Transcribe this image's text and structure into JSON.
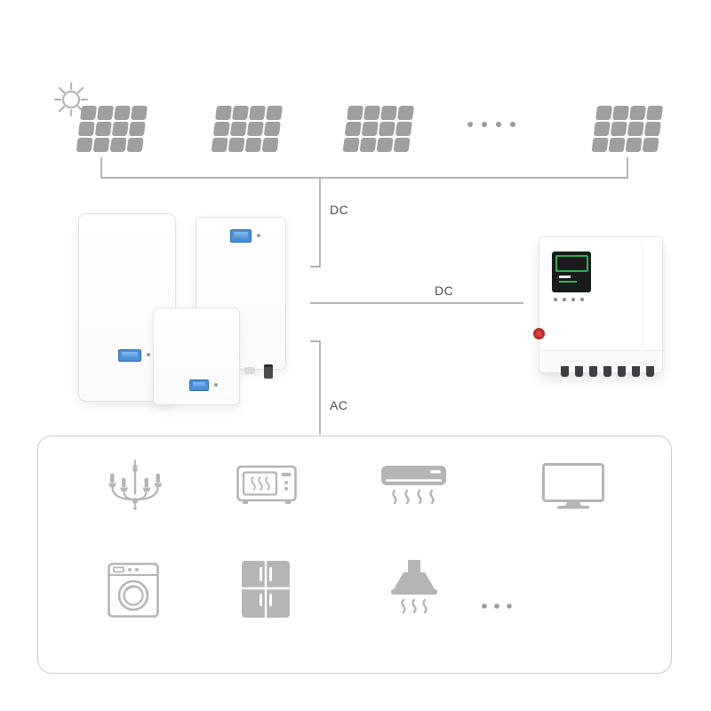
{
  "diagram": {
    "labels": {
      "pv_to_battery": "DC",
      "battery_to_inverter": "DC",
      "battery_to_loads": "AC"
    }
  },
  "solar_array": {
    "panel_count": 4,
    "more_panels_ellipsis": true
  },
  "battery_bank": {
    "unit_count": 3
  },
  "inverter": {
    "unit_count": 1
  },
  "household_loads": {
    "row1": [
      "chandelier",
      "microwave-oven",
      "air-conditioner",
      "television"
    ],
    "row2": [
      "washing-machine",
      "refrigerator",
      "range-hood"
    ],
    "more_loads_ellipsis": true
  },
  "colors": {
    "icon_gray": "#b5b5b5",
    "panel_cell_gray": "#9f9f9f",
    "wire_gray": "#9b9b9b",
    "label_text": "#4c4c4c",
    "battery_display_blue": "#4d8fd6",
    "inverter_screen_black": "#191a1c",
    "inverter_accent_green": "#2eb14b",
    "valve_red": "#e04040",
    "loads_border": "#cccccc"
  }
}
